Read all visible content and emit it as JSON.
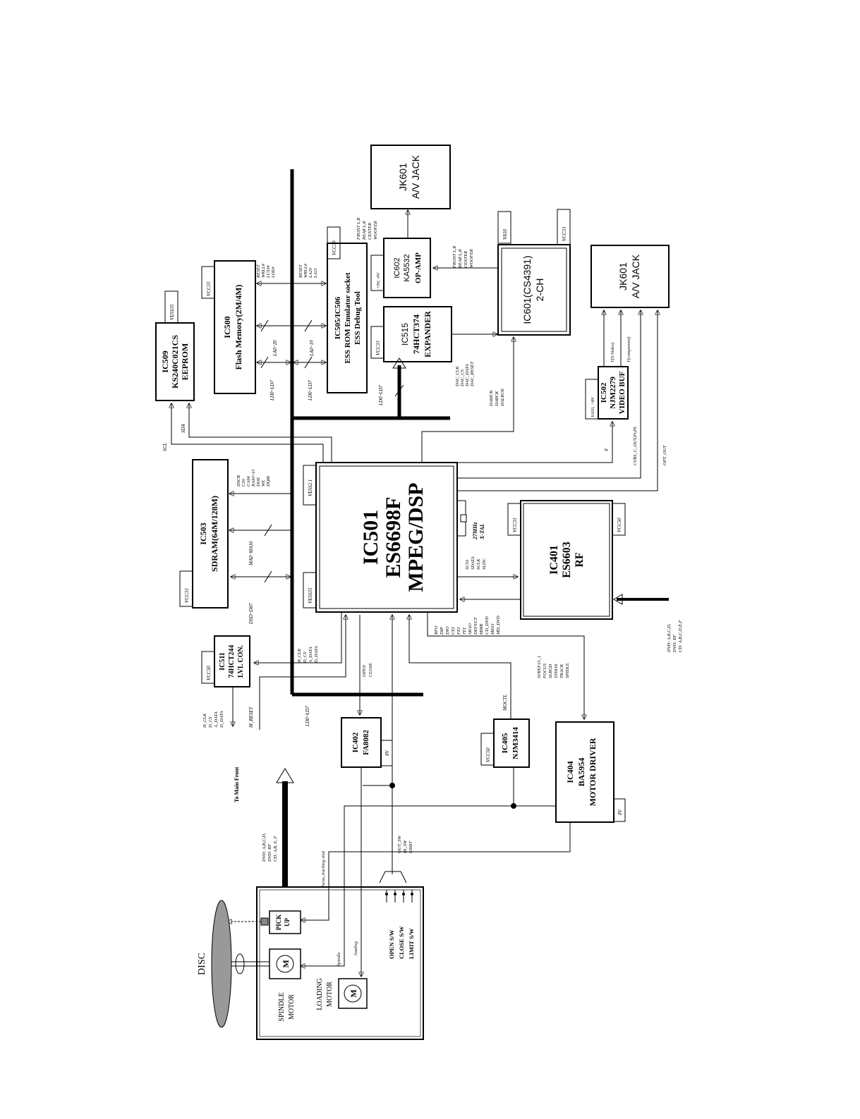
{
  "blocks": {
    "ic501": {
      "l1": "IC501",
      "l2": "ES6698F",
      "l3": "MPEG/DSP",
      "vess21": "VESS2.1",
      "vess35": "VESS35"
    },
    "ic503": {
      "l1": "IC503",
      "l2": "SDRAM(64M/128M)",
      "pin": "VCC33"
    },
    "ic509": {
      "l1": "IC509",
      "l2": "KS240C021CS",
      "l3": "EEPROM",
      "pin": "VESS35"
    },
    "ic500": {
      "l1": "IC500",
      "l2": "Flash Memory(2M/4M)",
      "pin": "VCC33"
    },
    "ic505": {
      "l1": "IC505/IC506",
      "l2": "ESS ROM Emulator socket",
      "l3": "ESS Debug Tool",
      "pin": "VCC39"
    },
    "ic515": {
      "l1": "IC515",
      "l2": "74HCT374",
      "l3": "EXPANDER",
      "pin": "VCC33"
    },
    "ic602": {
      "l1": "IC602",
      "l2": "KA5532",
      "l3": "OP-AMP",
      "pin": "+9V, -9V"
    },
    "jk601a": {
      "l1": "JK601",
      "l2": "A/V JACK"
    },
    "ic601": {
      "l1": "IC601(CS4391)",
      "l2": "2-CH",
      "pin1": "VA50",
      "pin2": "VCC33"
    },
    "jk601b": {
      "l1": "JK601",
      "l2": "A/V JACK"
    },
    "ic502": {
      "l1": "IC502",
      "l2": "NJM2279",
      "l3": "VIDEO BUF",
      "pin": "VA50, +8V"
    },
    "ic401": {
      "l1": "IC401",
      "l2": "ES6603",
      "l3": "RF",
      "pin1": "VCC33",
      "pin2": "VCC50"
    },
    "ic511": {
      "l1": "IC511",
      "l2": "74HCT244",
      "l3": "LVL CON.",
      "pin": "VCC50"
    },
    "ic402": {
      "l1": "IC402",
      "l2": "FA8082",
      "pin": "8V"
    },
    "ic405": {
      "l1": "IC405",
      "l2": "NJM3414",
      "pin": "VCC50"
    },
    "ic404": {
      "l1": "IC404",
      "l2": "BA5954",
      "l3": "MOTOR DRIVER",
      "pin": "8V"
    }
  },
  "mech": {
    "disc": "DISC",
    "pickup1": "PICK",
    "pickup2": "UP",
    "m": "M",
    "spindle1": "SPINDLE",
    "spindle2": "MOTOR",
    "loading1": "LOADING",
    "loading2": "MOTOR",
    "open_sw": "OPEN S/W",
    "close_sw": "CLOSE S/W",
    "limit_sw": "LIMIT S/W",
    "spindle_sig": "Spindle",
    "loading_sig": "loading",
    "focus_sig": "focus, tracking sled"
  },
  "signals": {
    "front_main1": "To Main Front",
    "front_main2": "DVD: A,B,C,D,",
    "front_main3": "DVD: RF",
    "front_main4": "CD: A,B, E, F",
    "rf_in1": "DVD: A,B,C,D,",
    "rf_in2": "DVD: RF",
    "rf_in3": "CD: A,B,C,D,E,F",
    "ld07_a": "LD0~LD7",
    "ld07_b": "LD0~LD7",
    "ld07_c": "LD0~LD7",
    "ld07_d": "LD0~LD7",
    "la020": "LA0~20",
    "la019": "LA0~19",
    "dsd": "DSD~D87",
    "ma": "MA0~MA16",
    "scl": "SCL",
    "sda": "SDA",
    "flash_ctl": [
      "RESET",
      "WRLL#",
      "LCS3#",
      "LOE#"
    ],
    "emu_ctl": [
      "RESET",
      "WRLL#",
      "LA20",
      "LA21"
    ],
    "sdram_ctl": [
      "DSCK",
      "CS0",
      "CAS#",
      "RAS0~10",
      "DOE",
      "WE",
      "DQM"
    ],
    "dac_ctl": [
      "DAC_CLK",
      "DAC_CS",
      "DAC_DATA",
      "DAC_RESET"
    ],
    "dam": [
      "DAMCK",
      "DABCK",
      "DALRCK"
    ],
    "audio_out1": [
      "FRONT L,R",
      "REAR L,R",
      "CENTER",
      "WOOFER"
    ],
    "audio_out2": [
      "FRONT L,R",
      "REAR L,R",
      "CENTER",
      "WOOFER"
    ],
    "y": "Y",
    "cvbs": "CVBS, C_OUT,Pr,Pb",
    "opt": "OPT_OUT",
    "ysvideo": "Y(S-Video)",
    "ycomp": "Y(component)",
    "xtal1": "27MHz",
    "xtal2": "X-TAL",
    "serial": [
      "SCS3",
      "SDATA",
      "SCLK",
      "SLDC"
    ],
    "rf_sig": [
      "RFO",
      "DIP",
      "DIO",
      "CEI",
      "FEI",
      "TEI",
      "SRAO",
      "DEFECT",
      "MIRR",
      "CD_DVD",
      "MD11",
      "MD_DVD"
    ],
    "lvl": [
      "H_CLK",
      "D_CS",
      "A_DATA",
      "D_DATA"
    ],
    "lvl_out": [
      "H_CLK",
      "D_CS",
      "A_DATA",
      "D_DATA"
    ],
    "mreset": "M_RESET",
    "ld0_bot": "LD0~LD7",
    "open_close": [
      "OPEN",
      "CLOSE"
    ],
    "motl": "MOCTL",
    "servo": [
      "SVREF15_1",
      "FOCUS",
      "SLRGD",
      "STDON",
      "TRACK",
      "SPIDLE"
    ],
    "sw_sig": [
      "OUT_SW",
      "IN_SW",
      "LIMIT"
    ]
  }
}
